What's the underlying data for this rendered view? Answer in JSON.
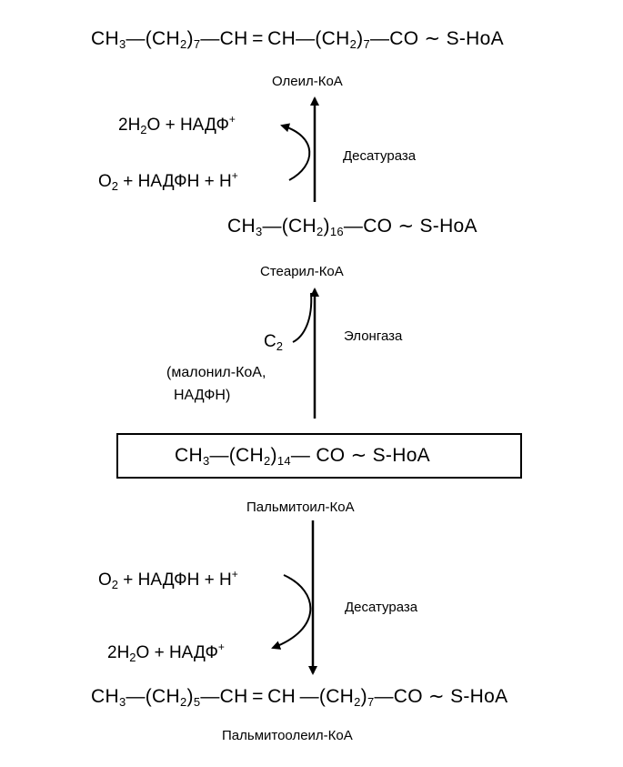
{
  "oleoyl": {
    "formula": {
      "p1": "CH",
      "s1": "3",
      "p2": "—(CH",
      "s2": "2",
      "p3": ")",
      "s3": "7",
      "p4": "—CH = CH—(CH",
      "s4": "2",
      "p5": ")",
      "s5": "7",
      "p6": "—CO",
      "tilde": "∼",
      "p7": "S-HoA"
    },
    "name": "Олеил-КоА"
  },
  "desat1": {
    "product": {
      "p1": "2H",
      "s1": "2",
      "p2": "O  +  НАДФ",
      "sup": "+"
    },
    "reagent": {
      "p1": "O",
      "s1": "2",
      "p2": "  +  НАДФН  +  H",
      "sup": "+"
    },
    "enzyme": "Десатураза"
  },
  "stearoyl": {
    "formula": {
      "p1": "CH",
      "s1": "3",
      "p2": "—(CH",
      "s2": "2",
      "p3": ")",
      "s3": "16",
      "p4": "—CO",
      "tilde": "∼",
      "p5": "S-HoA"
    },
    "name": "Стеарил-КоА"
  },
  "elong": {
    "c2": {
      "p1": "C",
      "s1": "2"
    },
    "note1": "(малонил-КоА,",
    "note2": "НАДФН)",
    "enzyme": "Элонгаза"
  },
  "palmitoyl": {
    "formula": {
      "p1": "CH",
      "s1": "3",
      "p2": "—(CH",
      "s2": "2",
      "p3": ")",
      "s3": "14",
      "p4": "— CO",
      "tilde": "∼",
      "p5": "S-HoA"
    },
    "name": "Пальмитоил-КоА"
  },
  "desat2": {
    "reagent": {
      "p1": "O",
      "s1": "2",
      "p2": " + НАДФН + H",
      "sup": "+"
    },
    "product": {
      "p1": "2H",
      "s1": "2",
      "p2": "O  + НАДФ",
      "sup": "+"
    },
    "enzyme": "Десатураза"
  },
  "palmitoleoyl": {
    "formula": {
      "p1": "CH",
      "s1": "3",
      "p2": "—(CH",
      "s2": "2",
      "p3": ")",
      "s3": "5",
      "p4": "—CH = CH —(CH",
      "s4": "2",
      "p5": ")",
      "s5": "7",
      "p6": "—CO",
      "tilde": "∼",
      "p7": "S-HoA"
    },
    "name": "Пальмитоолеил-КоА"
  }
}
